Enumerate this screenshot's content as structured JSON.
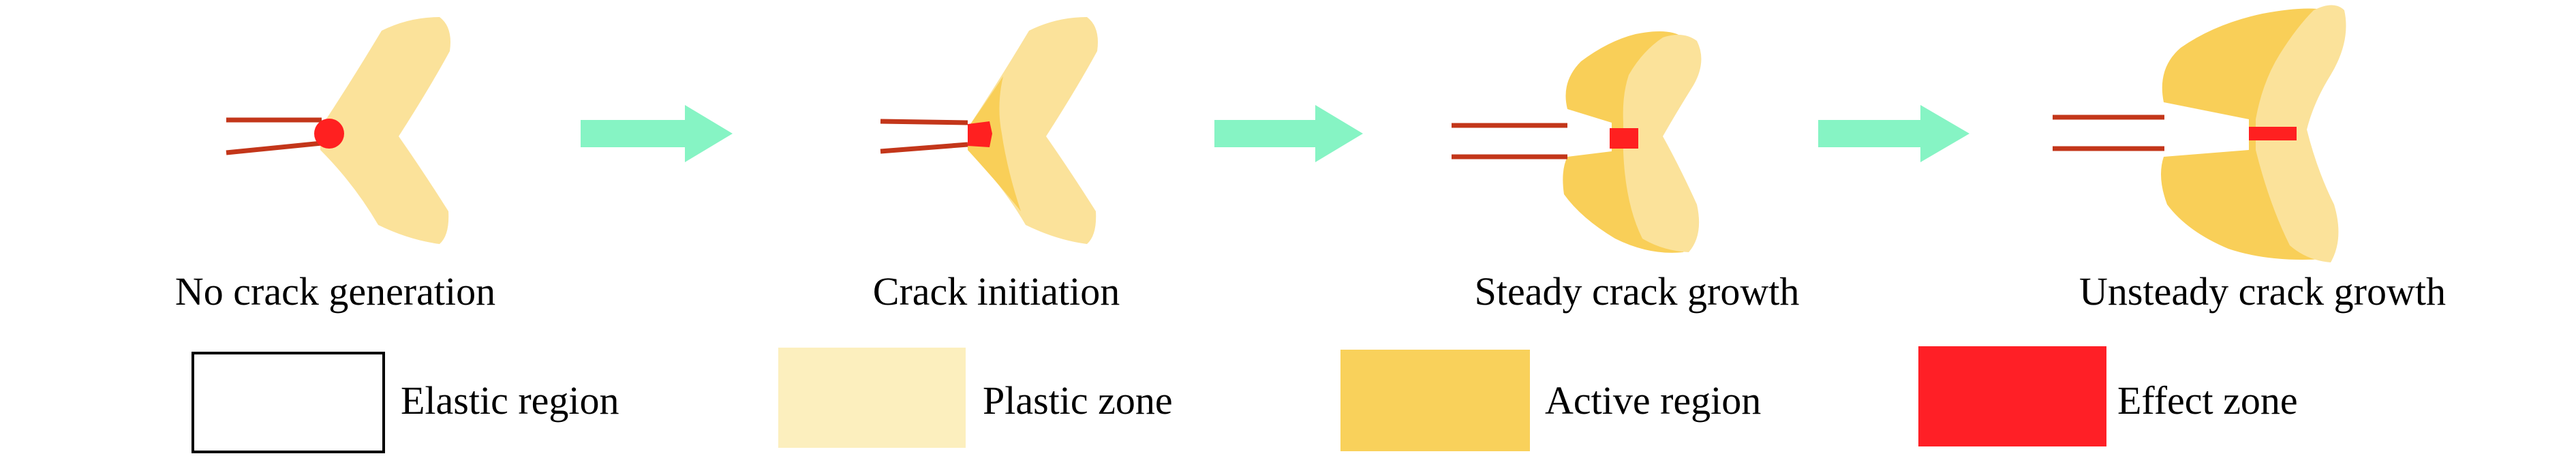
{
  "stages": [
    {
      "label": "No crack generation"
    },
    {
      "label": "Crack initiation"
    },
    {
      "label": "Steady crack growth"
    },
    {
      "label": "Unsteady crack growth"
    }
  ],
  "legend": [
    {
      "label": "Elastic region",
      "color": "#ffffff",
      "border": "#000000"
    },
    {
      "label": "Plastic zone",
      "color": "#fcefbe"
    },
    {
      "label": "Active region",
      "color": "#f9d15b"
    },
    {
      "label": "Effect zone",
      "color": "#ff1f26"
    }
  ],
  "colors": {
    "plastic": "#fbe29a",
    "active": "#f9cf58",
    "effect": "#ff2020",
    "crack": "#c3361a",
    "arrow": "#86f4c4"
  }
}
